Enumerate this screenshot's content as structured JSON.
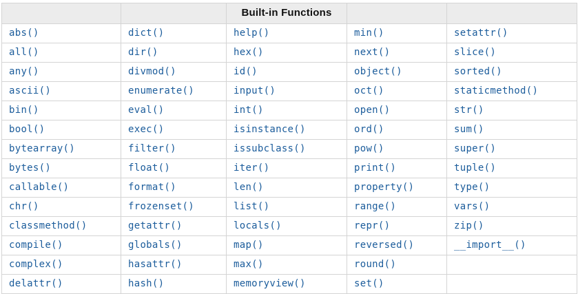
{
  "colors": {
    "link": "#1b5c9b",
    "border": "#d4d4d4",
    "header_background": "#ececec",
    "header_text": "#111111",
    "cell_background": "#ffffff"
  },
  "table": {
    "title": "Built-in Functions",
    "header": {
      "cells": [
        "",
        "",
        "Built-in Functions",
        "",
        ""
      ]
    },
    "rows": [
      [
        "abs()",
        "dict()",
        "help()",
        "min()",
        "setattr()"
      ],
      [
        "all()",
        "dir()",
        "hex()",
        "next()",
        "slice()"
      ],
      [
        "any()",
        "divmod()",
        "id()",
        "object()",
        "sorted()"
      ],
      [
        "ascii()",
        "enumerate()",
        "input()",
        "oct()",
        "staticmethod()"
      ],
      [
        "bin()",
        "eval()",
        "int()",
        "open()",
        "str()"
      ],
      [
        "bool()",
        "exec()",
        "isinstance()",
        "ord()",
        "sum()"
      ],
      [
        "bytearray()",
        "filter()",
        "issubclass()",
        "pow()",
        "super()"
      ],
      [
        "bytes()",
        "float()",
        "iter()",
        "print()",
        "tuple()"
      ],
      [
        "callable()",
        "format()",
        "len()",
        "property()",
        "type()"
      ],
      [
        "chr()",
        "frozenset()",
        "list()",
        "range()",
        "vars()"
      ],
      [
        "classmethod()",
        "getattr()",
        "locals()",
        "repr()",
        "zip()"
      ],
      [
        "compile()",
        "globals()",
        "map()",
        "reversed()",
        "__import__()"
      ],
      [
        "complex()",
        "hasattr()",
        "max()",
        "round()",
        ""
      ],
      [
        "delattr()",
        "hash()",
        "memoryview()",
        "set()",
        ""
      ]
    ]
  }
}
